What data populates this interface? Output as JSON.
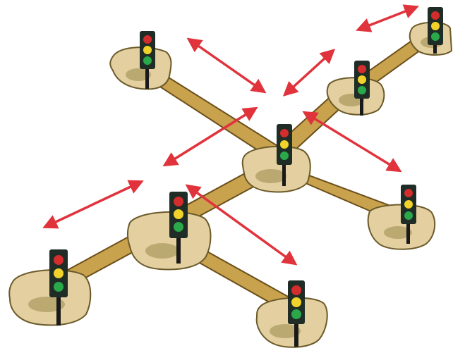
{
  "diagram": {
    "colors": {
      "background": "#ffffff",
      "road": "#c9a24e",
      "road_outline": "#6b4f1a",
      "island": "#e3cfa0",
      "island_shadow": "#8a7a3a",
      "island_outline": "#6b5a2a",
      "signal_body": "#1f2d26",
      "signal_pole": "#1a1a1a",
      "lamp_red": "#d42d2d",
      "lamp_yellow": "#f0d22a",
      "lamp_green": "#2aa84a",
      "arrow": "#e0333c"
    },
    "icons": {
      "traffic_light": "traffic-light-icon",
      "arrow": "double-headed-arrow-icon"
    },
    "nodes": [
      {
        "id": "node-top-left"
      },
      {
        "id": "node-top-right"
      },
      {
        "id": "node-upper-right"
      },
      {
        "id": "node-center"
      },
      {
        "id": "node-right"
      },
      {
        "id": "node-left"
      },
      {
        "id": "node-bottom-left"
      },
      {
        "id": "node-bottom"
      }
    ],
    "links": [
      {
        "id": "road-top-left-center"
      },
      {
        "id": "road-center-bottom-left"
      },
      {
        "id": "road-center-upper-right"
      },
      {
        "id": "road-upper-right-top-right"
      },
      {
        "id": "road-center-right"
      },
      {
        "id": "road-left-bottom"
      }
    ],
    "communication_arrows": [
      {
        "id": "arrow-top-a"
      },
      {
        "id": "arrow-top-b"
      },
      {
        "id": "arrow-top-right"
      },
      {
        "id": "arrow-center-right"
      },
      {
        "id": "arrow-center-left-upper"
      },
      {
        "id": "arrow-far-left"
      },
      {
        "id": "arrow-lower-middle"
      }
    ]
  }
}
